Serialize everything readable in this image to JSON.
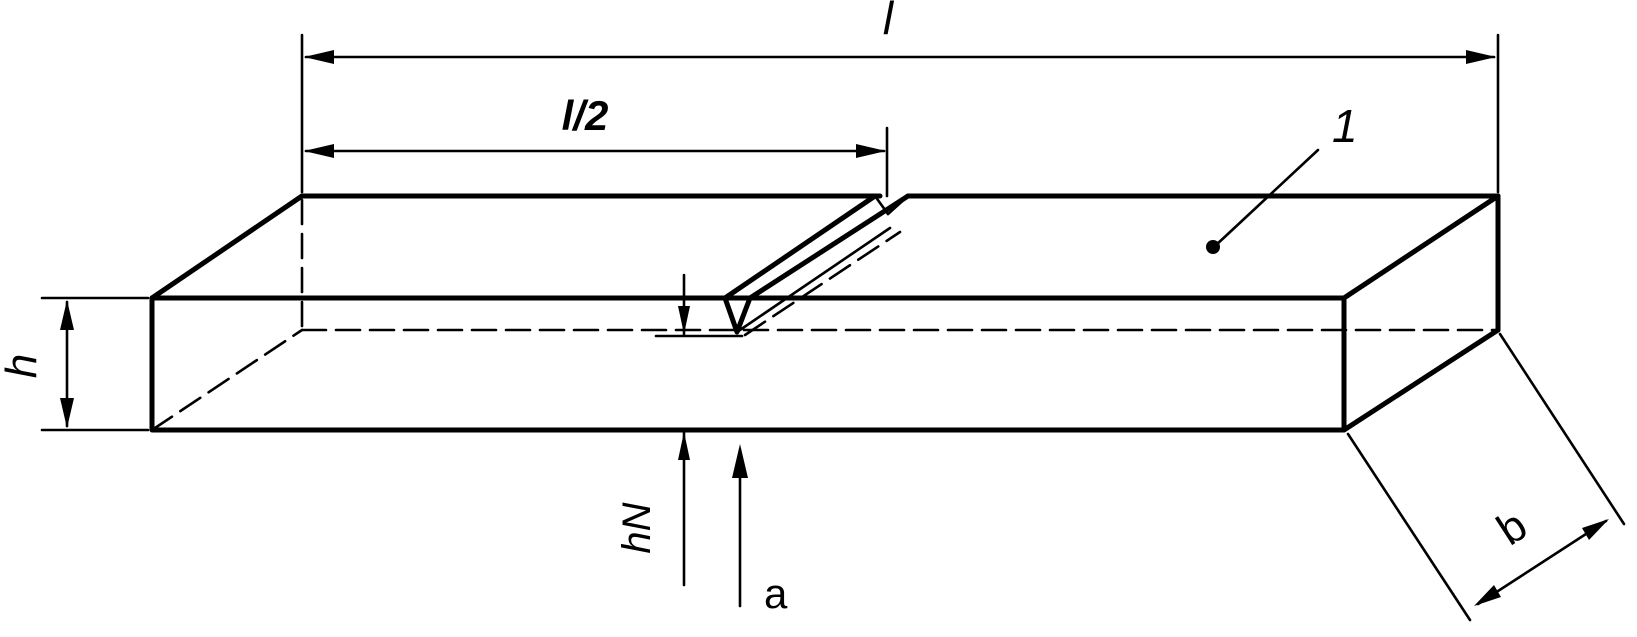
{
  "diagram": {
    "labels": {
      "length": "l",
      "half_length": "l/2",
      "part_number": "1",
      "height": "h",
      "notch_height": "hN",
      "notch_direction": "a",
      "width": "b"
    }
  }
}
